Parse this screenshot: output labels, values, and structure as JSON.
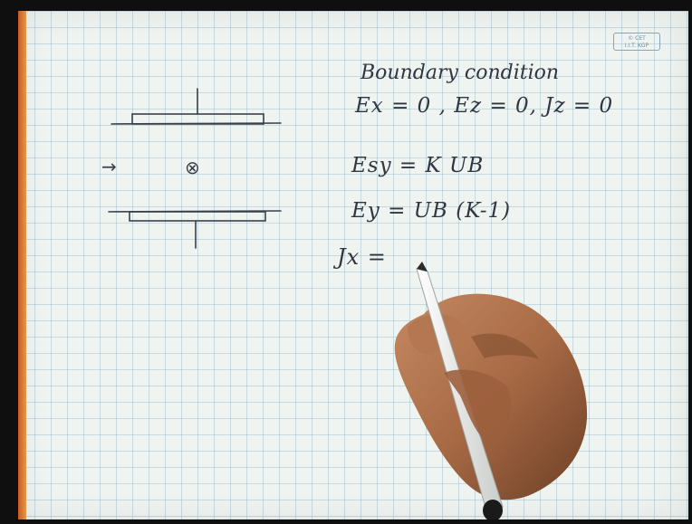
{
  "stamp": {
    "line1": "© CET",
    "line2": "I.I.T. KGP"
  },
  "notes": {
    "heading": "Boundary condition",
    "conditions": "Ex = 0 ,  Ez = 0,  Jz = 0",
    "eq1": "Esy = K UB",
    "eq2": "Ey = UB (K-1)",
    "eq3": "Jx ="
  },
  "diagram": {
    "arrow_glyph": "→",
    "field_glyph": "⊗"
  },
  "colors": {
    "ink": "#303642",
    "paper": "#eff4f1",
    "grid": "#96b9c8",
    "margin": "#d9772f",
    "skin": "#a86a45",
    "pen": "#f2f2ee"
  }
}
